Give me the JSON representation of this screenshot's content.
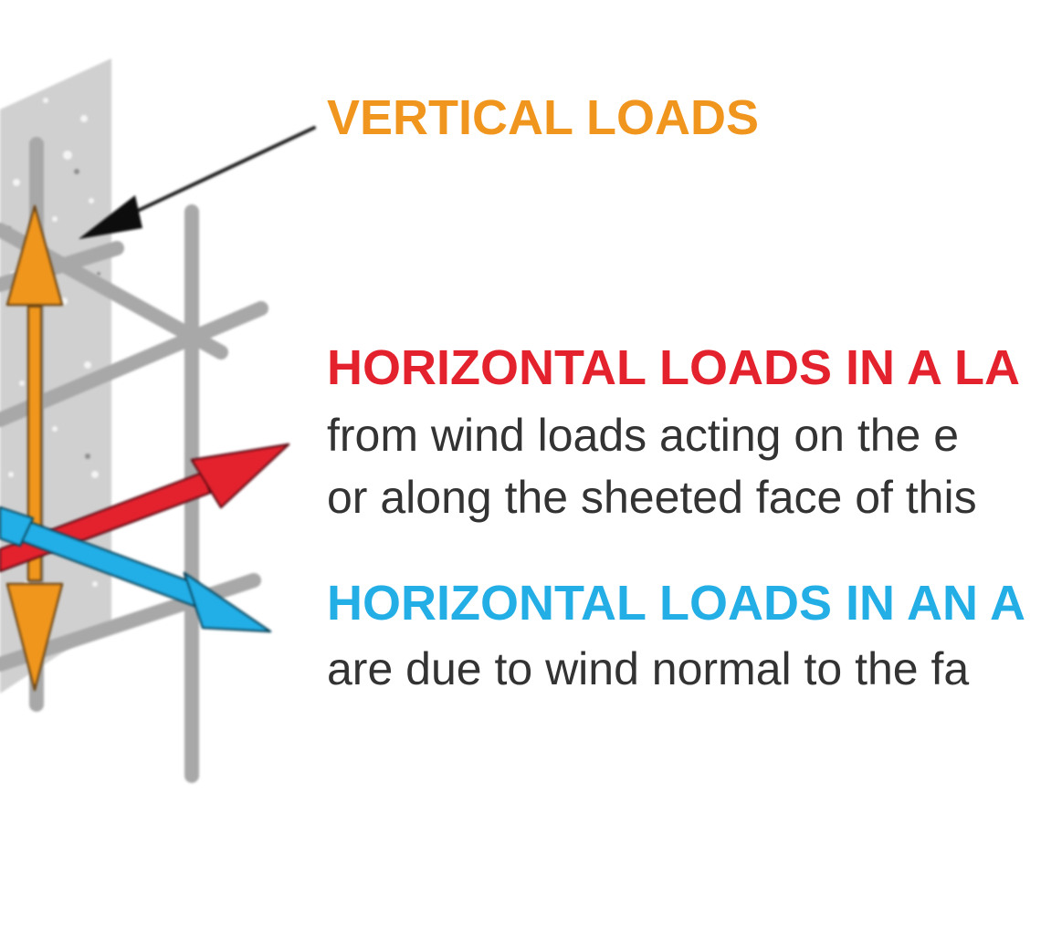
{
  "colors": {
    "vertical": "#f0961e",
    "lateral": "#e3222d",
    "axial": "#23aee6",
    "frame": "#a6a6a6",
    "panel": "#d2d2d2",
    "pointer": "#222222",
    "body_text": "#333333"
  },
  "labels": {
    "vertical": {
      "title": "VERTICAL LOADS"
    },
    "lateral": {
      "title": "HORIZONTAL LOADS IN A LA",
      "line1": "from wind loads acting on the e",
      "line2": "or along the sheeted face of this"
    },
    "axial": {
      "title": "HORIZONTAL LOADS IN AN A",
      "line1": "are due to wind normal to the fa"
    }
  }
}
